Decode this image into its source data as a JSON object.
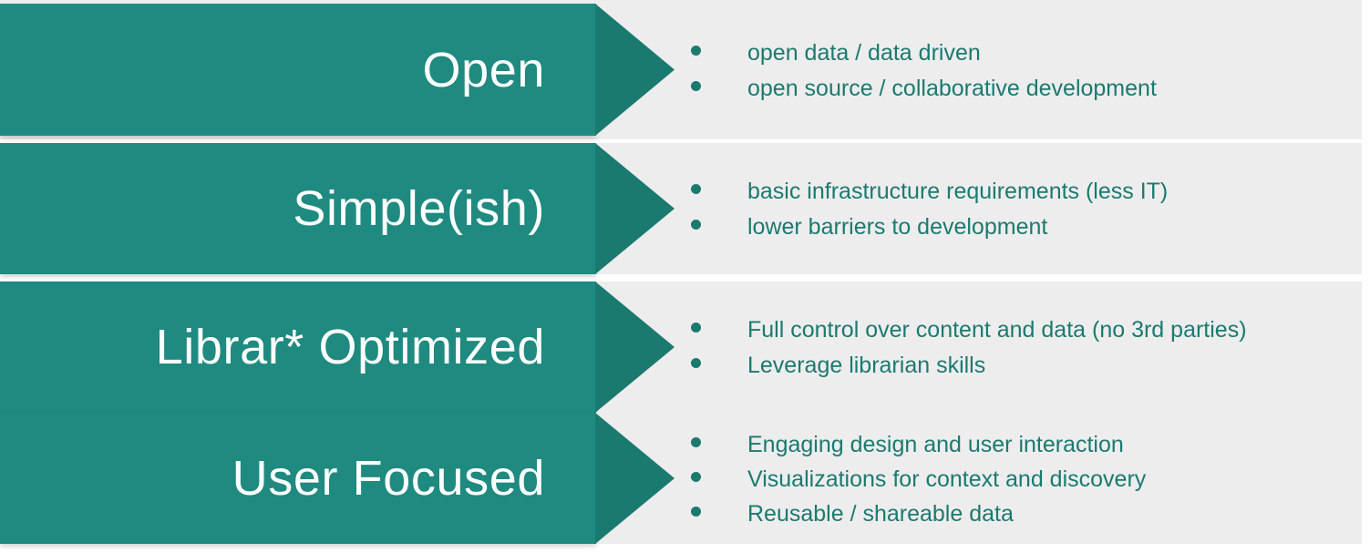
{
  "theme": {
    "chevron_body_color": "#1f8a80",
    "chevron_head_color": "#1b7a70",
    "panel_color": "#ededed",
    "bullet_text_color": "#1b7a70",
    "label_text_color": "#ffffff",
    "page_background": "#ffffff"
  },
  "rows": [
    {
      "label": "Open",
      "bullets": [
        "open data / data driven",
        "open source / collaborative development"
      ]
    },
    {
      "label": "Simple(ish)",
      "bullets": [
        "basic infrastructure requirements (less IT)",
        "lower barriers to development"
      ]
    },
    {
      "label": "Librar* Optimized",
      "bullets": [
        "Full control over content and data (no 3rd parties)",
        "Leverage librarian skills"
      ]
    },
    {
      "label": "User Focused",
      "bullets": [
        "Engaging design and user interaction",
        "Visualizations for context and discovery",
        "Reusable / shareable data"
      ]
    }
  ]
}
